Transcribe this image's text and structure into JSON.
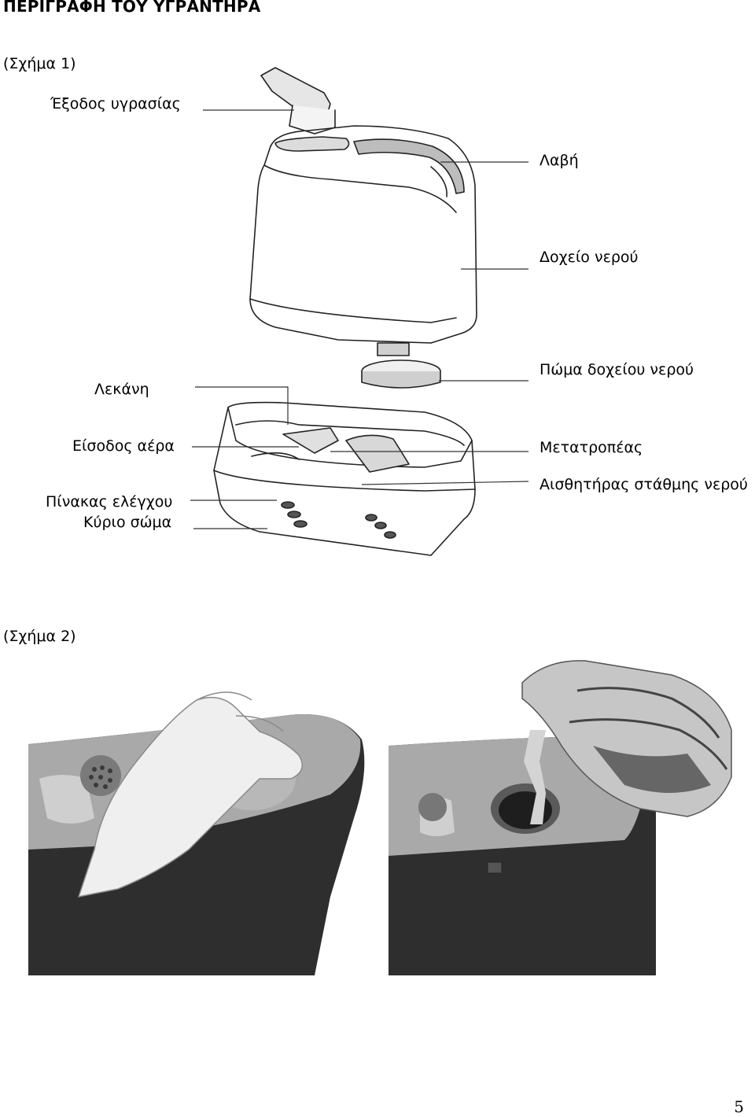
{
  "heading": "ΠΕΡΙΓΡΑΦΗ ΤΟΥ ΥΓΡΑΝΤΗΡΑ",
  "figure1": {
    "caption": "(Σχήμα 1)",
    "labels": {
      "mist_outlet": "Έξοδος υγρασίας",
      "handle": "Λαβή",
      "water_tank": "Δοχείο νερού",
      "basin": "Λεκάνη",
      "tank_cap": "Πώμα δοχείου νερού",
      "air_inlet": "Είσοδος αέρα",
      "transducer": "Μετατροπέας",
      "control_panel": "Πίνακας ελέγχου",
      "water_level_sensor": "Αισθητήρας στάθμης νερού",
      "main_body": "Κύριο σώμα"
    }
  },
  "figure2": {
    "caption": "(Σχήμα 2)"
  },
  "page_number": "5"
}
